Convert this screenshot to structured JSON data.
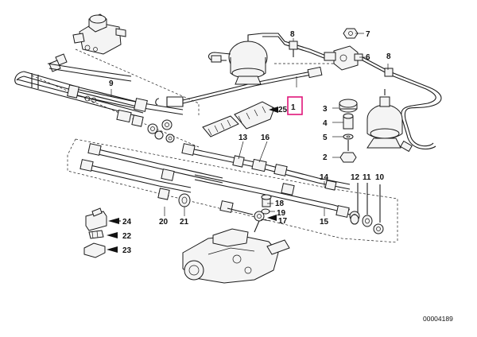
{
  "diagram": {
    "reference_number": "00004189",
    "highlight_color": "#e0157a",
    "highlighted_label": "1",
    "callouts": [
      {
        "id": "1",
        "label": "1"
      },
      {
        "id": "2",
        "label": "2"
      },
      {
        "id": "3",
        "label": "3"
      },
      {
        "id": "4",
        "label": "4"
      },
      {
        "id": "5",
        "label": "5"
      },
      {
        "id": "6",
        "label": "6"
      },
      {
        "id": "7",
        "label": "7"
      },
      {
        "id": "8a",
        "label": "8"
      },
      {
        "id": "8b",
        "label": "8"
      },
      {
        "id": "9",
        "label": "9"
      },
      {
        "id": "10",
        "label": "10"
      },
      {
        "id": "11",
        "label": "11"
      },
      {
        "id": "12",
        "label": "12"
      },
      {
        "id": "13",
        "label": "13"
      },
      {
        "id": "14",
        "label": "14"
      },
      {
        "id": "15",
        "label": "15"
      },
      {
        "id": "16",
        "label": "16"
      },
      {
        "id": "17",
        "label": "17"
      },
      {
        "id": "18",
        "label": "18"
      },
      {
        "id": "19",
        "label": "19"
      },
      {
        "id": "20",
        "label": "20"
      },
      {
        "id": "21",
        "label": "21"
      },
      {
        "id": "22",
        "label": "22"
      },
      {
        "id": "23",
        "label": "23"
      },
      {
        "id": "24",
        "label": "24"
      },
      {
        "id": "25",
        "label": "25"
      }
    ]
  }
}
